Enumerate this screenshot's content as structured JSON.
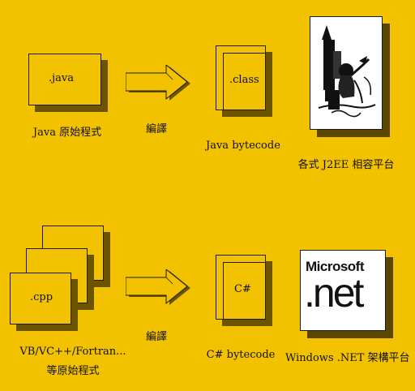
{
  "top": {
    "source_file": ".java",
    "source_label": "Java 原始程式",
    "compile_label": "編譯",
    "bytecode_file": ".class",
    "bytecode_label": "Java bytecode",
    "platform_label": "各式 J2EE 相容平台"
  },
  "bottom": {
    "source_file": ".cpp",
    "source_label_line1": "VB/VC++/Fortran...",
    "source_label_line2": "等原始程式",
    "compile_label": "編譯",
    "bytecode_file": "C#",
    "bytecode_label": "C# bytecode",
    "platform_logo_top": "Microsoft",
    "platform_logo_main": ".net",
    "platform_label": "Windows .NET 架構平台"
  },
  "colors": {
    "background": "#f2c200",
    "shadow": "#6b5300",
    "line": "#1a1a1a"
  },
  "icons": {
    "arrow": "right-arrow-icon",
    "platform_top": "java-duke-illustration",
    "platform_bottom": "microsoft-net-logo"
  }
}
